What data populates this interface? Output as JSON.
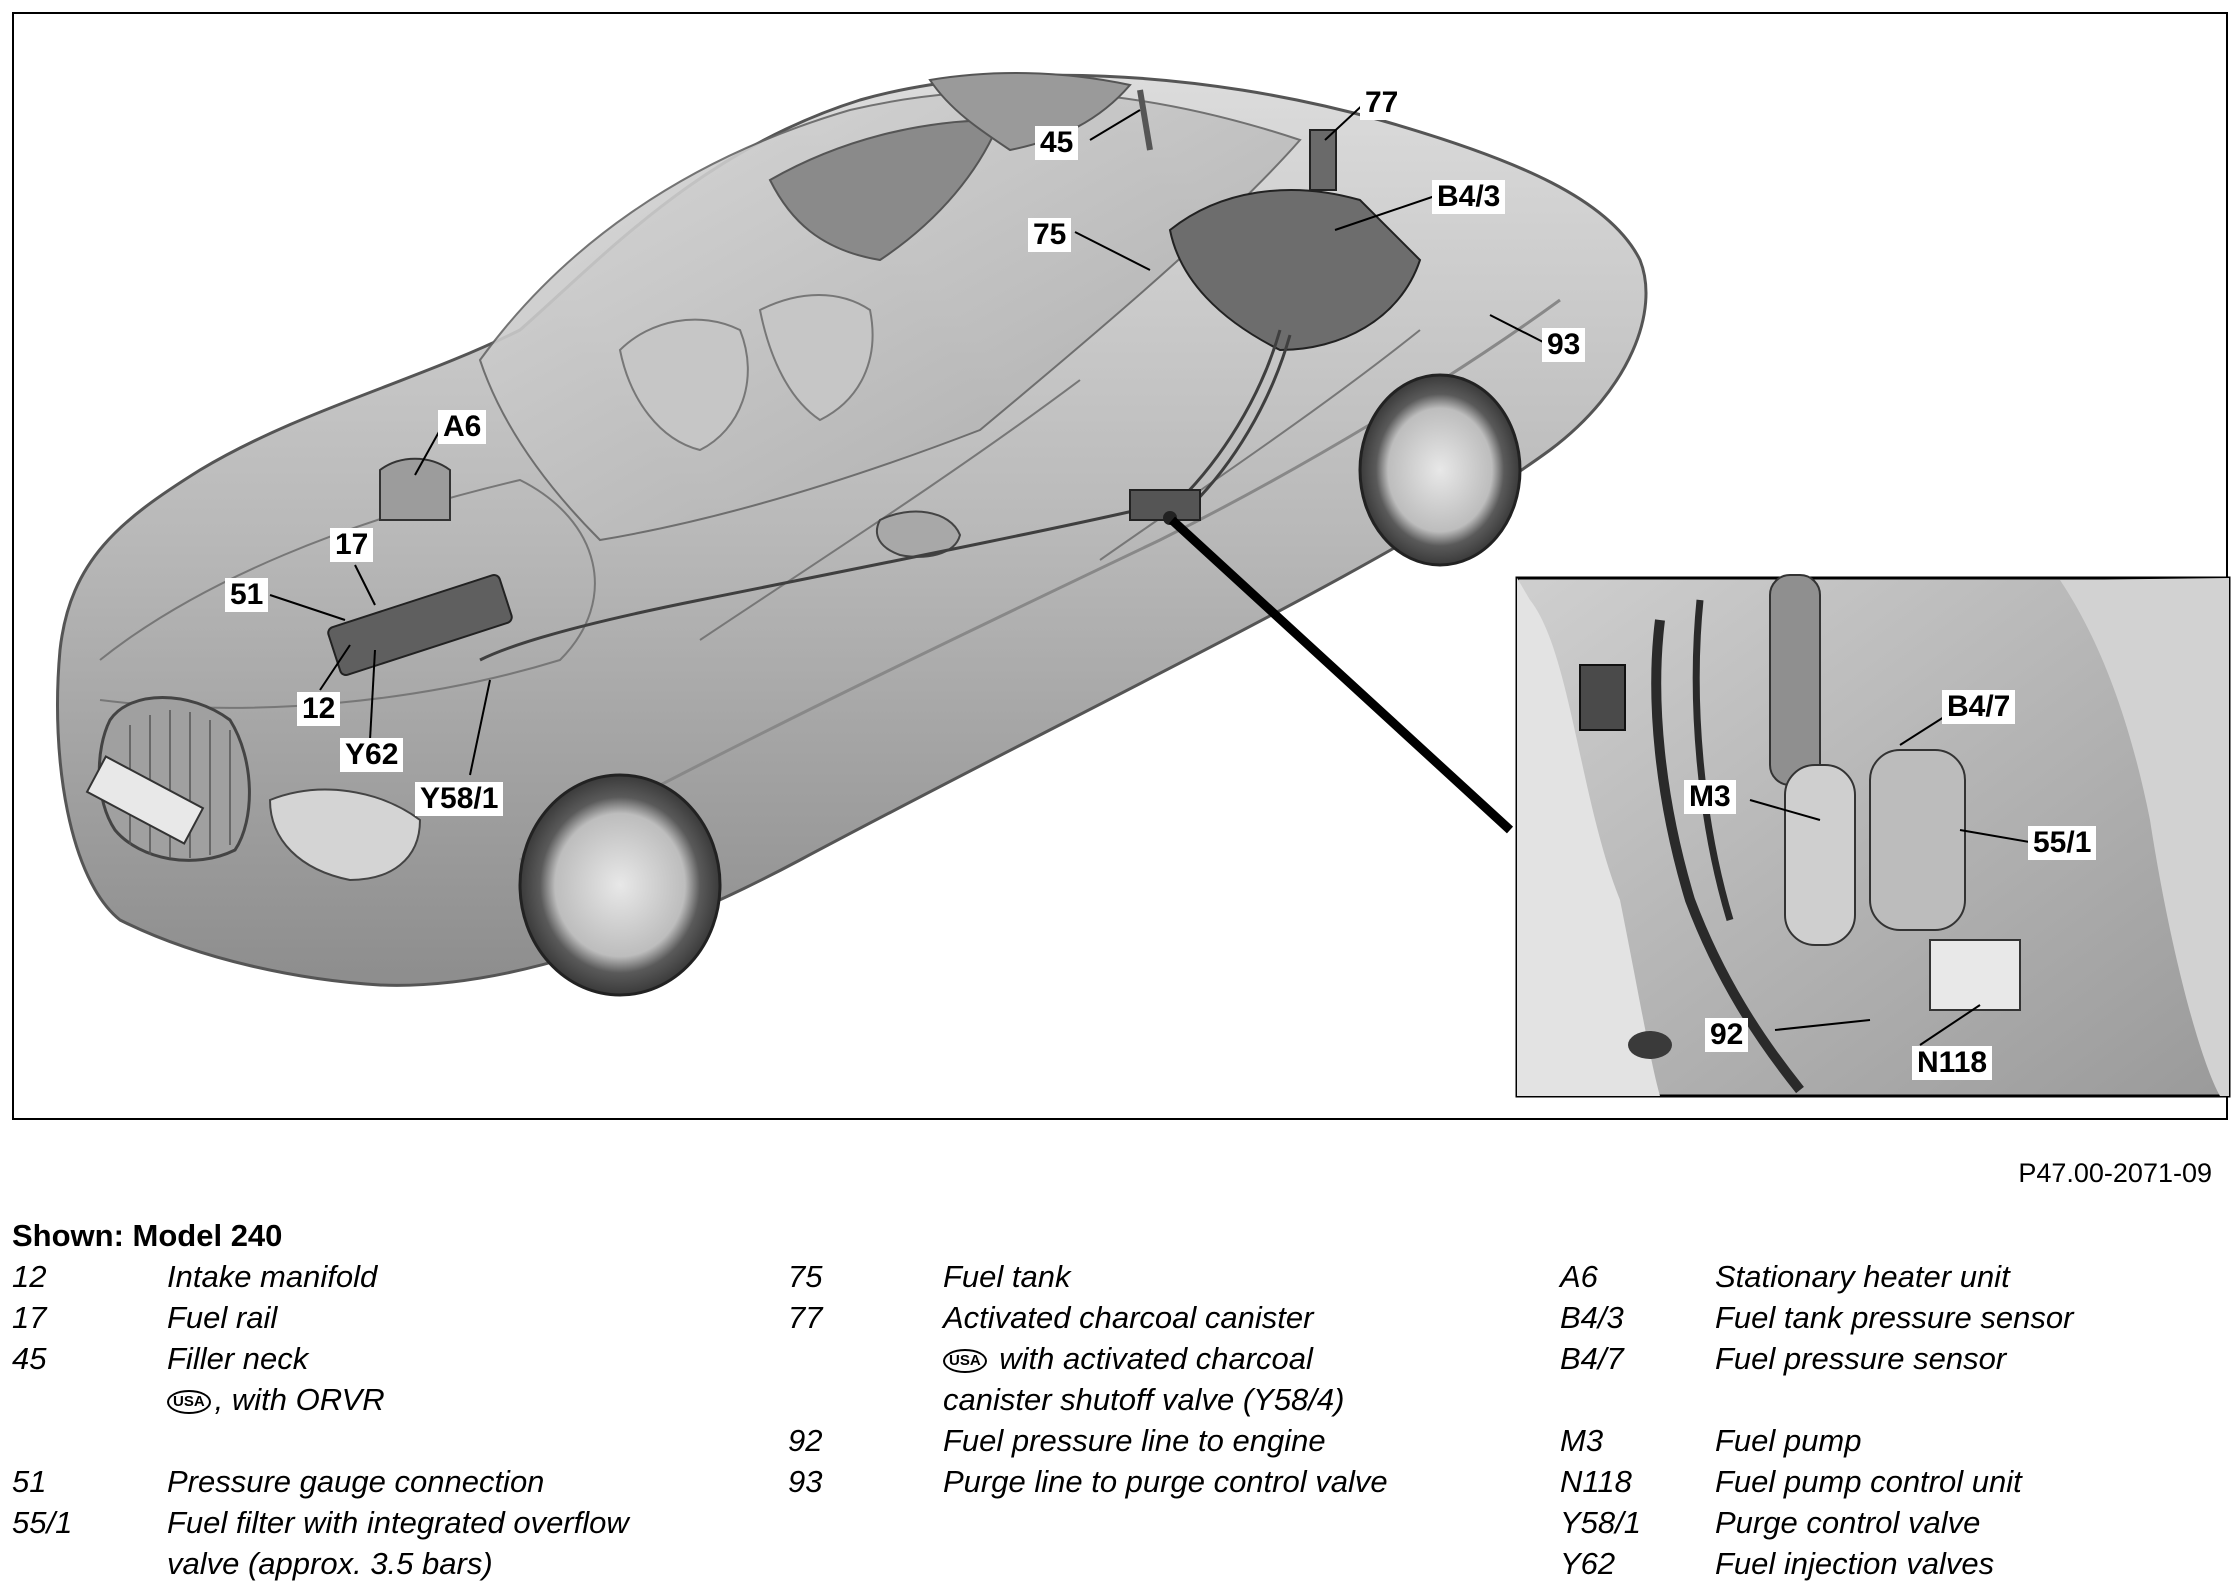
{
  "figure_id": "P47.00-2071-09",
  "shown_label": "Shown: Model 240",
  "callouts": {
    "c45": "45",
    "c77": "77",
    "cB43": "B4/3",
    "c75": "75",
    "c93": "93",
    "cA6": "A6",
    "c17": "17",
    "c51": "51",
    "c12": "12",
    "cY62": "Y62",
    "cY581": "Y58/1",
    "cB47": "B4/7",
    "cM3": "M3",
    "c551": "55/1",
    "c92": "92",
    "cN118": "N118"
  },
  "usa_badge": "USA",
  "legend": {
    "col1": [
      {
        "code": "12",
        "desc": "Intake manifold"
      },
      {
        "code": "17",
        "desc": "Fuel rail"
      },
      {
        "code": "45",
        "desc": "Filler neck",
        "desc2": ", with ORVR"
      },
      {
        "code": "51",
        "desc": "Pressure gauge connection"
      },
      {
        "code": "55/1",
        "desc": "Fuel filter with integrated overflow",
        "desc2": "valve (approx. 3.5 bars)"
      }
    ],
    "col2": [
      {
        "code": "75",
        "desc": "Fuel tank"
      },
      {
        "code": "77",
        "desc": "Activated charcoal canister",
        "desc2": " with activated charcoal",
        "desc3": "canister shutoff valve (Y58/4)"
      },
      {
        "code": "92",
        "desc": "Fuel pressure line to engine"
      },
      {
        "code": "93",
        "desc": "Purge line to purge control valve"
      }
    ],
    "col3": [
      {
        "code": "A6",
        "desc": "Stationary heater unit"
      },
      {
        "code": "B4/3",
        "desc": "Fuel tank pressure sensor"
      },
      {
        "code": "B4/7",
        "desc": "Fuel pressure sensor"
      },
      {
        "code": "M3",
        "desc": "Fuel pump"
      },
      {
        "code": "N118",
        "desc": "Fuel pump control unit"
      },
      {
        "code": "Y58/1",
        "desc": "Purge control valve"
      },
      {
        "code": "Y62",
        "desc": "Fuel injection valves"
      }
    ]
  }
}
